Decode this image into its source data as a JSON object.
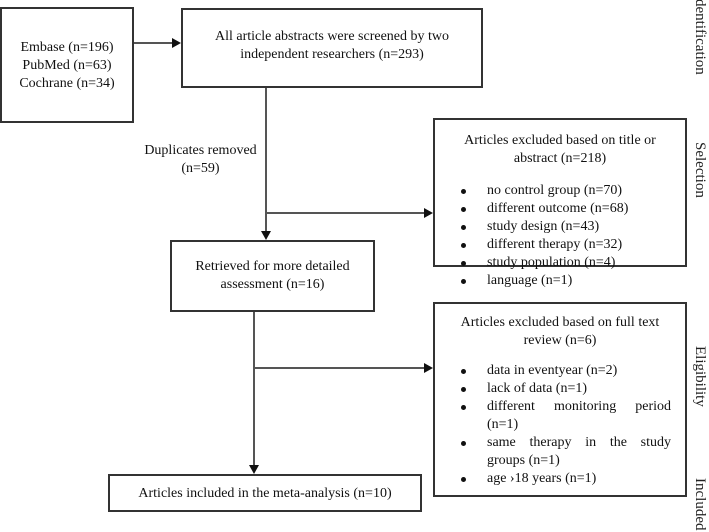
{
  "sources": [
    "Embase (n=196)",
    "PubMed (n=63)",
    "Cochrane (n=34)"
  ],
  "screened": "All article abstracts were screened by two independent researchers (n=293)",
  "duplicates": {
    "line1": "Duplicates removed",
    "line2": "(n=59)"
  },
  "excluded_title": {
    "heading": "Articles excluded based on title or abstract (n=218)",
    "items": [
      "no control group (n=70)",
      "different outcome (n=68)",
      "study design (n=43)",
      "different therapy (n=32)",
      "study population (n=4)",
      "language (n=1)"
    ]
  },
  "retrieved": "Retrieved for more detailed assessment (n=16)",
  "excluded_fulltext": {
    "heading": "Articles excluded based on full text review (n=6)",
    "items": [
      "data in eventyear (n=2)",
      "lack of data (n=1)",
      "different monitoring period (n=1)",
      "same therapy in the study groups (n=1)",
      "age ›18 years (n=1)"
    ]
  },
  "included": "Articles included in the meta-analysis (n=10)",
  "stages": [
    "Identification",
    "Selection",
    "Eligibility",
    "Included"
  ]
}
